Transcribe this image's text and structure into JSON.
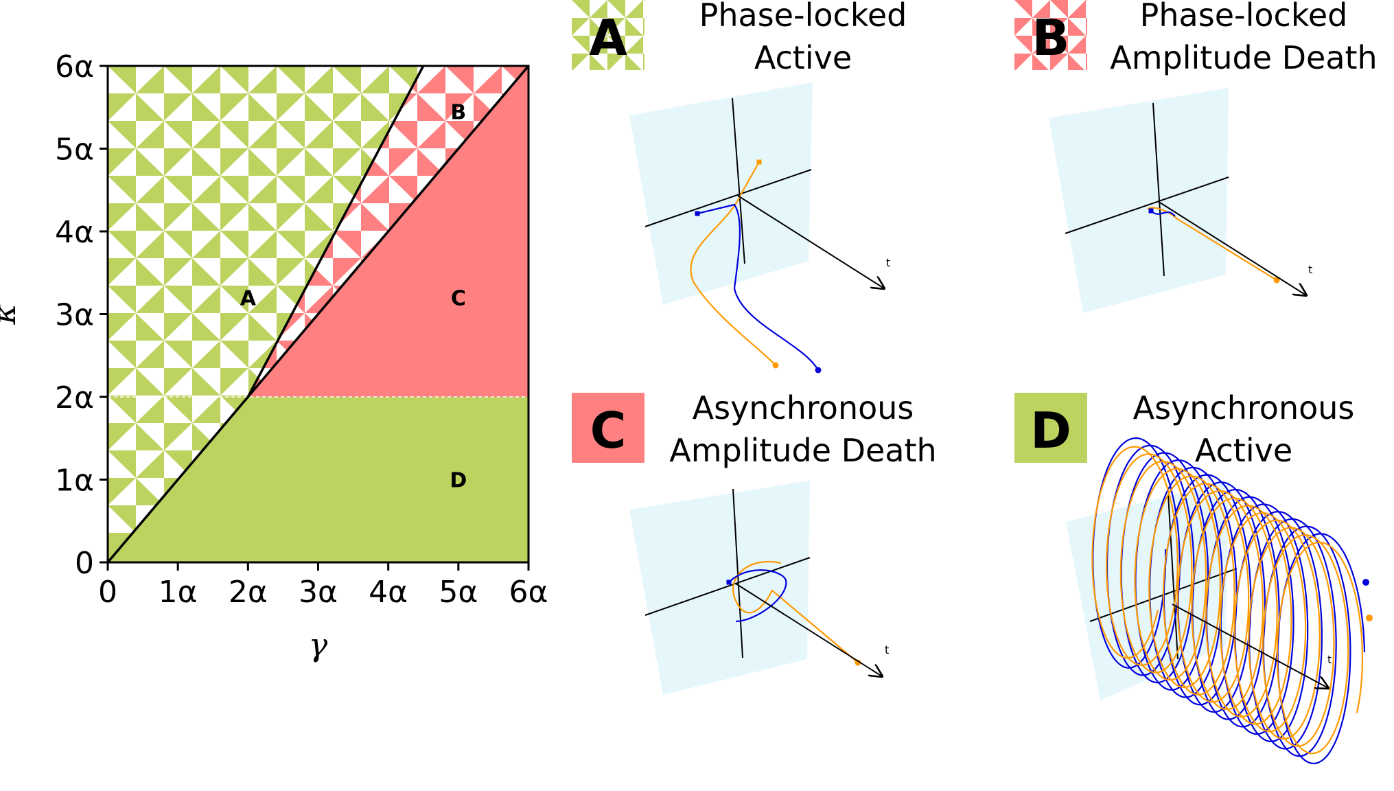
{
  "chart_data": {
    "type": "area",
    "xlabel": "γ",
    "ylabel": "κ",
    "xlim": [
      0,
      6
    ],
    "ylim": [
      0,
      6
    ],
    "x_ticks": [
      "0",
      "1α",
      "2α",
      "3α",
      "4α",
      "5α",
      "6α"
    ],
    "y_ticks": [
      "0",
      "1α",
      "2α",
      "3α",
      "4α",
      "5α",
      "6α"
    ],
    "regions": [
      {
        "id": "A",
        "label": "A",
        "label_at": [
          2,
          3.2
        ],
        "fill": "#bcd35f",
        "pattern": "pinwheel",
        "polygon": [
          [
            0,
            0
          ],
          [
            2,
            2
          ],
          [
            4.5,
            6
          ],
          [
            0,
            6
          ]
        ]
      },
      {
        "id": "B",
        "label": "B",
        "label_at": [
          5,
          5.45
        ],
        "fill": "#ff8080",
        "pattern": "pinwheel",
        "polygon": [
          [
            2,
            2
          ],
          [
            6,
            6
          ],
          [
            4.5,
            6
          ]
        ]
      },
      {
        "id": "C",
        "label": "C",
        "label_at": [
          5,
          3.2
        ],
        "fill": "#ff8080",
        "pattern": "solid",
        "polygon": [
          [
            2,
            2
          ],
          [
            6,
            2
          ],
          [
            6,
            6
          ]
        ]
      },
      {
        "id": "D",
        "label": "D",
        "label_at": [
          5,
          1
        ],
        "fill": "#bcd35f",
        "pattern": "solid",
        "polygon": [
          [
            0,
            0
          ],
          [
            6,
            0
          ],
          [
            6,
            2
          ],
          [
            2,
            2
          ]
        ]
      }
    ],
    "boundaries": [
      {
        "points": [
          [
            0,
            0
          ],
          [
            2,
            2
          ],
          [
            4.5,
            6
          ]
        ]
      },
      {
        "points": [
          [
            2,
            2
          ],
          [
            6,
            6
          ]
        ]
      }
    ],
    "dashed_line_y": 2
  },
  "legend": [
    {
      "letter": "A",
      "title_lines": [
        "Phase-locked",
        "Active"
      ],
      "color": "#bcd35f",
      "pattern": "pinwheel"
    },
    {
      "letter": "B",
      "title_lines": [
        "Phase-locked",
        "Amplitude Death"
      ],
      "color": "#ff8080",
      "pattern": "pinwheel"
    },
    {
      "letter": "C",
      "title_lines": [
        "Asynchronous",
        "Amplitude Death"
      ],
      "color": "#ff8080",
      "pattern": "solid"
    },
    {
      "letter": "D",
      "title_lines": [
        "Asynchronous",
        "Active"
      ],
      "color": "#bcd35f",
      "pattern": "solid"
    }
  ],
  "insets": [
    {
      "id": "A",
      "time_axis_label": "t",
      "series_colors": [
        "#0000dd",
        "#ff9900"
      ]
    },
    {
      "id": "B",
      "time_axis_label": "t",
      "series_colors": [
        "#0000dd",
        "#ff9900"
      ]
    },
    {
      "id": "C",
      "time_axis_label": "t",
      "series_colors": [
        "#0000dd",
        "#ff9900"
      ]
    },
    {
      "id": "D",
      "time_axis_label": "t",
      "series_colors": [
        "#0000dd",
        "#ff9900"
      ]
    }
  ]
}
